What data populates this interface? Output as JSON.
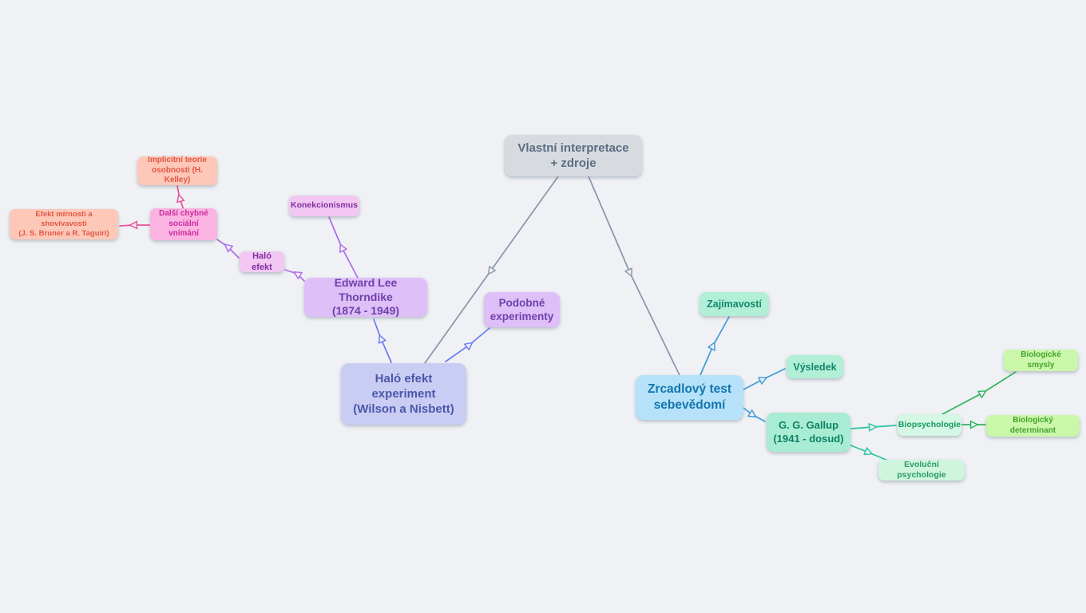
{
  "canvas": {
    "background": "#eff1f4"
  },
  "nodes": {
    "vlastni_interpretace": {
      "label": "Vlastní interpretace\n+ zdroje",
      "bg": "#d7dbe0",
      "fg": "#5b6c84"
    },
    "implicitni_teorie": {
      "label": "Implicitní teorie\nosobnosti (H. Kelley)",
      "bg": "#fdc8b7",
      "fg": "#e25646"
    },
    "efekt_mirnosti": {
      "label": "Efekt mírnosti a shovívavosti\n(J. S. Bruner a R. Taguiri)",
      "bg": "#fdc8b7",
      "fg": "#e25646"
    },
    "dalsi_chybne": {
      "label": "Další chybné\nsociální vnímání",
      "bg": "#fbb3e1",
      "fg": "#ca2d9c"
    },
    "konekcionismus": {
      "label": "Konekcionismus",
      "bg": "#f2c8f3",
      "fg": "#80309f"
    },
    "halo_efekt": {
      "label": "Haló efekt",
      "bg": "#f2c8f3",
      "fg": "#80309f"
    },
    "thorndike": {
      "label": "Edward Lee Thorndike\n(1874 - 1949)",
      "bg": "#debff7",
      "fg": "#7040ac"
    },
    "podobne_experimenty": {
      "label": "Podobné\nexperimenty",
      "bg": "#debff7",
      "fg": "#7040ac"
    },
    "halo_experiment": {
      "label": "Haló efekt\nexperiment\n(Wilson a Nisbett)",
      "bg": "#c9cdf4",
      "fg": "#4c57a9"
    },
    "zajimavosti": {
      "label": "Zajímavostí",
      "bg": "#b2efd7",
      "fg": "#12886a"
    },
    "vysledek": {
      "label": "Výsledek",
      "bg": "#b2efd7",
      "fg": "#12886a"
    },
    "zrcadlovy_test": {
      "label": "Zrcadlový test\nsebevědomí",
      "bg": "#b5e2f9",
      "fg": "#1475ae"
    },
    "gallup": {
      "label": "G. G. Gallup\n(1941 - dosud)",
      "bg": "#a8edd3",
      "fg": "#0e8064"
    },
    "biopsychologie": {
      "label": "Biopsychologie",
      "bg": "#d5f7e5",
      "fg": "#169a5f"
    },
    "biologicke_smysly": {
      "label": "Biologické smysly",
      "bg": "#cbf7ab",
      "fg": "#44a42c"
    },
    "biologicky_determinant": {
      "label": "Biologický determinant",
      "bg": "#cbf7ab",
      "fg": "#44a42c"
    },
    "evolucni_psychologie": {
      "label": "Evoluční psychologie",
      "bg": "#cff5df",
      "fg": "#2a9a6b"
    }
  },
  "edge_colors": {
    "gray": "#8895aa",
    "violet": "#6c7bf2",
    "purple": "#ae6ae8",
    "pink": "#ee4d9b",
    "blue": "#3f9ad8",
    "teal": "#27c3a2",
    "green": "#2eb35c"
  },
  "edges": [
    {
      "from": "vlastni_interpretace",
      "to": "halo_experiment",
      "color_key": "gray"
    },
    {
      "from": "vlastni_interpretace",
      "to": "zrcadlovy_test",
      "color_key": "gray"
    },
    {
      "from": "halo_experiment",
      "to": "thorndike",
      "color_key": "violet"
    },
    {
      "from": "halo_experiment",
      "to": "podobne_experimenty",
      "color_key": "violet"
    },
    {
      "from": "thorndike",
      "to": "konekcionismus",
      "color_key": "purple"
    },
    {
      "from": "thorndike",
      "to": "halo_efekt",
      "color_key": "purple"
    },
    {
      "from": "halo_efekt",
      "to": "dalsi_chybne",
      "color_key": "purple"
    },
    {
      "from": "dalsi_chybne",
      "to": "efekt_mirnosti",
      "color_key": "pink"
    },
    {
      "from": "dalsi_chybne",
      "to": "implicitni_teorie",
      "color_key": "pink"
    },
    {
      "from": "zrcadlovy_test",
      "to": "zajimavosti",
      "color_key": "blue"
    },
    {
      "from": "zrcadlovy_test",
      "to": "vysledek",
      "color_key": "blue"
    },
    {
      "from": "zrcadlovy_test",
      "to": "gallup",
      "color_key": "blue"
    },
    {
      "from": "gallup",
      "to": "biopsychologie",
      "color_key": "teal"
    },
    {
      "from": "gallup",
      "to": "evolucni_psychologie",
      "color_key": "teal"
    },
    {
      "from": "biopsychologie",
      "to": "biologicke_smysly",
      "color_key": "green"
    },
    {
      "from": "biopsychologie",
      "to": "biologicky_determinant",
      "color_key": "green"
    }
  ]
}
